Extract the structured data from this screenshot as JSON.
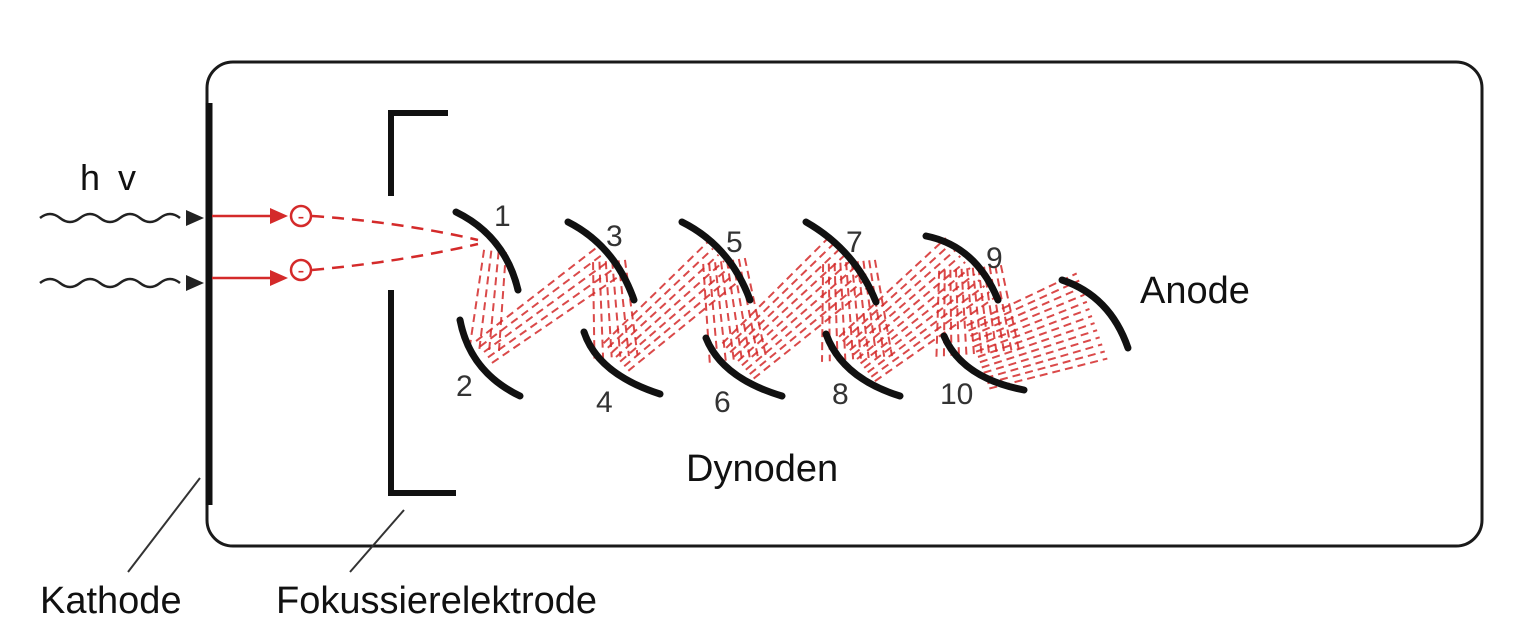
{
  "labels": {
    "photon": "h v",
    "kathode": "Kathode",
    "fokussierelektrode": "Fokussierelektrode",
    "dynoden": "Dynoden",
    "anode": "Anode",
    "electron_symbol": "-"
  },
  "dynodes": [
    {
      "number": "1"
    },
    {
      "number": "2"
    },
    {
      "number": "3"
    },
    {
      "number": "4"
    },
    {
      "number": "5"
    },
    {
      "number": "6"
    },
    {
      "number": "7"
    },
    {
      "number": "8"
    },
    {
      "number": "9"
    },
    {
      "number": "10"
    }
  ],
  "colors": {
    "outline": "#111111",
    "electron": "#d42a2a",
    "wave": "#222222"
  }
}
